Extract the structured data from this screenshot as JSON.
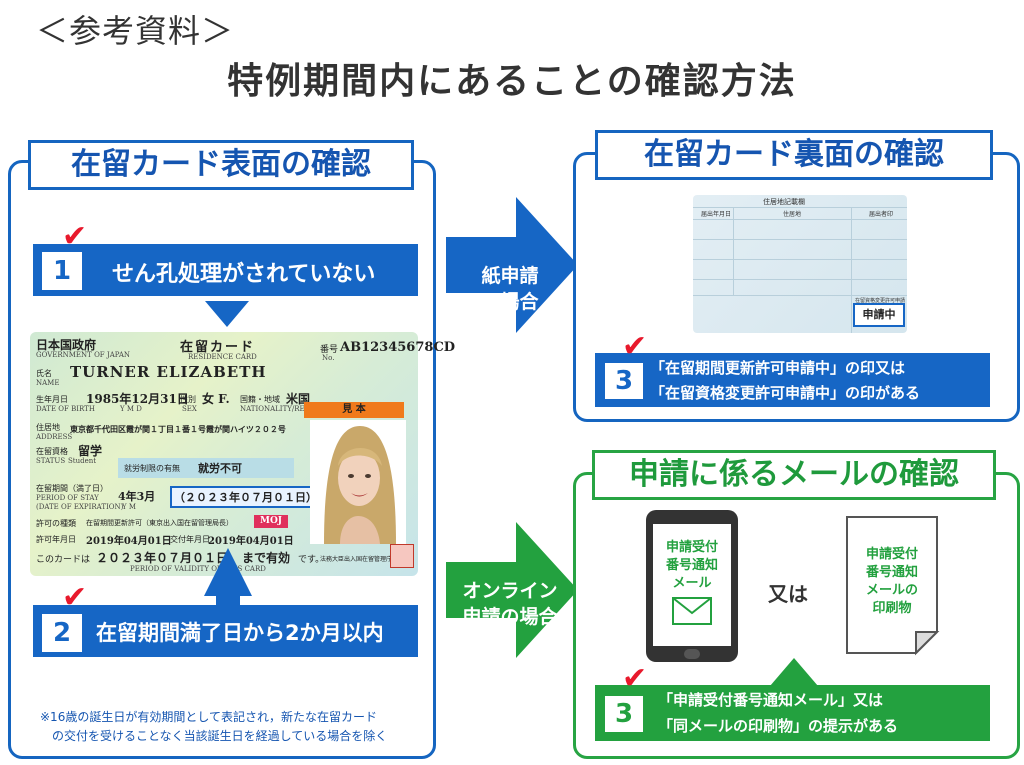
{
  "header": {
    "ref_label": "＜参考資料＞",
    "title": "特例期間内にあることの確認方法"
  },
  "front": {
    "title": "在留カード表面の確認",
    "item1_num": "1",
    "item1_text": "せん孔処理がされていない",
    "item2_num": "2",
    "item2_text": "在留期間満了日から2か月以内",
    "note_line1": "※16歳の誕生日が有効期間として表記され，新たな在留カード",
    "note_line2": "の交付を受けることなく当該誕生日を経過している場合を除く"
  },
  "card": {
    "gov": "日本国政府",
    "gov_en": "GOVERNMENT OF JAPAN",
    "title": "在留カード",
    "title_en": "RESIDENCE CARD",
    "num_label": "番号",
    "num_label_en": "No.",
    "number": "AB12345678CD",
    "name_label": "氏名",
    "name_label_en": "NAME",
    "name": "TURNER ELIZABETH",
    "dob_label": "生年月日",
    "dob_label_en": "DATE OF BIRTH",
    "dob": "1985年12月31日",
    "dob_ymd": "Y   M   D",
    "sex_label": "性別",
    "sex_label_en": "SEX",
    "sex": "女 F.",
    "nation_label": "国籍・地域",
    "nation_label_en": "NATIONALITY/REGION",
    "nation": "米国",
    "sample": "見 本",
    "addr_label": "住居地",
    "addr_label_en": "ADDRESS",
    "addr": "東京都千代田区霞が関１丁目１番１号霞が関ハイツ２０２号",
    "status_label": "在留資格",
    "status_label_en": "STATUS",
    "status": "留学",
    "status_en": "Student",
    "work_label": "就労制限の有無",
    "work": "就労不可",
    "period_label": "在留期間（満了日）",
    "period_label_en1": "PERIOD OF STAY",
    "period_label_en2": "(DATE OF EXPIRATION)",
    "period": "4年3月",
    "period_ym": "Y   M",
    "expiry": "（２０２３年０７月０１日）",
    "permit_label": "許可の種類",
    "permit": "在留期間更新許可（東京出入国在留管理局長）",
    "permit_date_label": "許可年月日",
    "permit_date": "2019年04月01日",
    "issue_label": "交付年月日",
    "issue_date": "2019年04月01日",
    "valid_label": "このカードは",
    "valid_date": "２０２３年０７月０１日",
    "valid_suffix": "まで有効",
    "valid_end": "です。",
    "valid_en": "PERIOD OF VALIDITY OF THIS CARD",
    "moj": "MOJ",
    "issuer": "法務大臣出入国在留管理庁長官"
  },
  "paper_arrow": {
    "line1": "紙申請",
    "line2": "の場合"
  },
  "online_arrow": {
    "line1": "オンライン",
    "line2": "申請の場合"
  },
  "back": {
    "title": "在留カード裏面の確認",
    "card_header": "住居地記載欄",
    "col1": "届出年月日",
    "col2": "住居地",
    "col3": "届出者印",
    "box_label": "在留資格変更許可申請欄",
    "stamp": "申請中",
    "item3_num": "3",
    "item3_line1": "「在留期間更新許可申請中」の印又は",
    "item3_line2": "「在留資格変更許可申請中」の印がある"
  },
  "mail": {
    "title": "申請に係るメールの確認",
    "phone_line1": "申請受付",
    "phone_line2": "番号通知",
    "phone_line3": "メール",
    "or": "又は",
    "paper_line1": "申請受付",
    "paper_line2": "番号通知",
    "paper_line3": "メールの",
    "paper_line4": "印刷物",
    "item3_num": "3",
    "item3_line1": "「申請受付番号通知メール」又は",
    "item3_line2": "「同メールの印刷物」の提示がある"
  },
  "colors": {
    "blue": "#1666c5",
    "green": "#23a13f",
    "check_red": "#e8192c"
  }
}
